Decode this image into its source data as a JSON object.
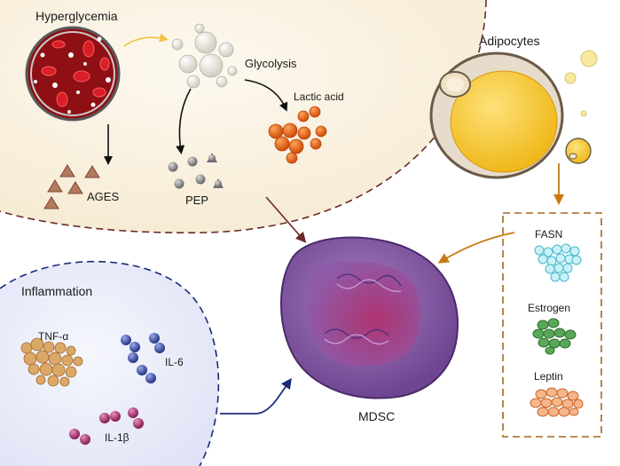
{
  "labels": {
    "hyperglycemia": "Hyperglycemia",
    "glycolysis": "Glycolysis",
    "lactic_acid": "Lactic acid",
    "ages": "AGES",
    "pep": "PEP",
    "adipocytes": "Adipocytes",
    "fasn": "FASN",
    "estrogen": "Estrogen",
    "leptin": "Leptin",
    "inflammation": "Inflammation",
    "tnf": "TNF-α",
    "il6": "IL-6",
    "il1b": "IL-1β",
    "mdsc": "MDSC"
  },
  "colors": {
    "metabolic_region": "#fbf4e6",
    "inflammation_region": "#e9ecf8",
    "blood": "#8e1015",
    "lactic": "#e8701e",
    "pep_gray": "#8a8a8a",
    "ages_brown": "#b47a5e",
    "adipocyte_yellow": "#f6c822",
    "fasn_cyan": "#88dcea",
    "estrogen_green": "#4f9a4f",
    "leptin_orange": "#f2a06a",
    "tnf_tan": "#d9a464",
    "il6_blue": "#3a4fa8",
    "il1b_magenta": "#a0306a",
    "mdsc_purple": "#8a5aa4",
    "arrow_dark": "#111111",
    "arrow_brown": "#6b2a2a",
    "arrow_orange": "#c77a12",
    "arrow_navy": "#1c2a7a",
    "arrow_yellow": "#f5c242"
  }
}
